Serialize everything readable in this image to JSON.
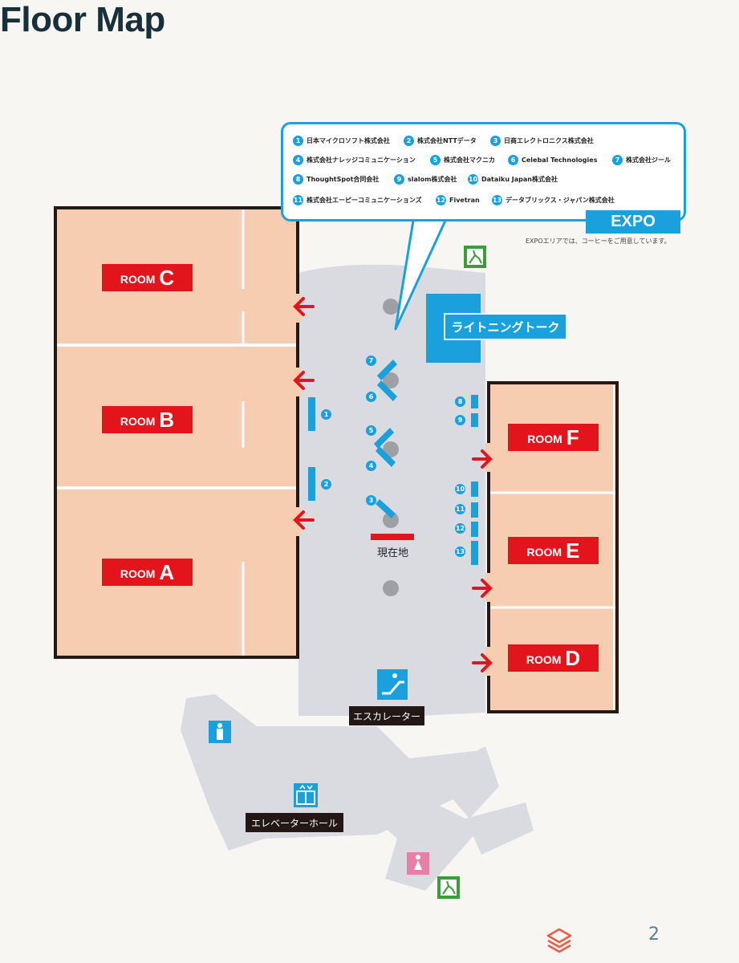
{
  "title": "Floor Map",
  "rooms": [
    {
      "word": "ROOM",
      "letter": "C"
    },
    {
      "word": "ROOM",
      "letter": "B"
    },
    {
      "word": "ROOM",
      "letter": "A"
    },
    {
      "word": "ROOM",
      "letter": "F"
    },
    {
      "word": "ROOM",
      "letter": "E"
    },
    {
      "word": "ROOM",
      "letter": "D"
    }
  ],
  "legend": [
    {
      "num": "1",
      "name": "日本マイクロソフト株式会社"
    },
    {
      "num": "2",
      "name": "株式会社NTTデータ"
    },
    {
      "num": "3",
      "name": "日商エレクトロニクス株式会社"
    },
    {
      "num": "4",
      "name": "株式会社ナレッジコミュニケーション"
    },
    {
      "num": "5",
      "name": "株式会社マクニカ"
    },
    {
      "num": "6",
      "name": "Celebal Technologies"
    },
    {
      "num": "7",
      "name": "株式会社ジール"
    },
    {
      "num": "8",
      "name": "ThoughtSpot合同会社"
    },
    {
      "num": "9",
      "name": "slalom株式会社"
    },
    {
      "num": "10",
      "name": "Dataiku Japan株式会社"
    },
    {
      "num": "11",
      "name": "株式会社エーピーコミュニケーションズ"
    },
    {
      "num": "12",
      "name": "Fivetran"
    },
    {
      "num": "13",
      "name": "データブリックス・ジャパン株式会社"
    }
  ],
  "expo": {
    "label": "EXPO",
    "note": "EXPOエリアでは、コーヒーをご用意しています。"
  },
  "lightning_talk": "ライトニングトーク",
  "current_location": "現在地",
  "escalator": "エスカレーター",
  "elevator_hall": "エレベーターホール",
  "page_number": "2",
  "colors": {
    "room_fill": "#f6cdb1",
    "room_label": "#e3141b",
    "corridor": "#d9dbe1",
    "booth": "#1aa0dc",
    "exit_green": "#3a9d3a",
    "restroom_women": "#e87fa6",
    "title": "#17303a"
  },
  "icons": [
    "exit-icon",
    "escalator-icon",
    "elevator-icon",
    "restroom-men-icon",
    "restroom-women-icon",
    "logo-icon"
  ]
}
